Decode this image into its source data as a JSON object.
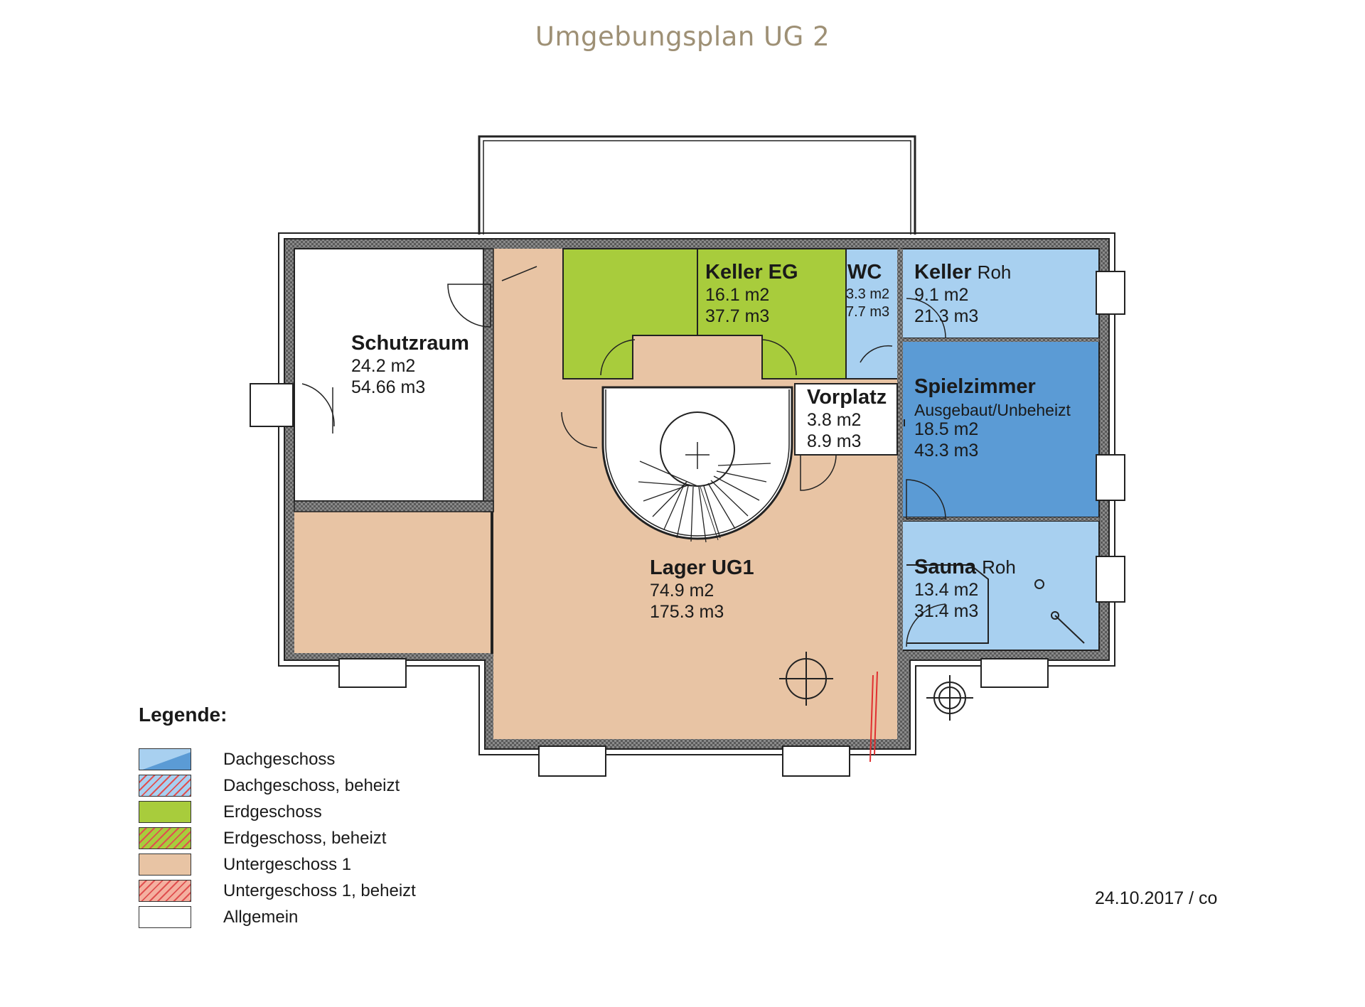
{
  "title": "Umgebungsplan UG 2",
  "date": "24.10.2017 / co",
  "colors": {
    "dachgeschoss_light": "#a8d0f0",
    "dachgeschoss_dark": "#5b9bd5",
    "erdgeschoss": "#a8cc3c",
    "untergeschoss": "#e8c4a4",
    "allgemein": "#ffffff",
    "wall": "#6a6a6a",
    "hatch_red": "#e05050"
  },
  "rooms": {
    "schutzraum": {
      "name": "Schutzraum",
      "area": "24.2 m2",
      "volume": "54.66 m3"
    },
    "keller_eg": {
      "name": "Keller EG",
      "area": "16.1 m2",
      "volume": "37.7 m3"
    },
    "wc": {
      "name": "WC",
      "area": "3.3 m2",
      "volume": "7.7 m3"
    },
    "keller_roh": {
      "name": "Keller",
      "suffix": "Roh",
      "area": "9.1 m2",
      "volume": "21.3 m3"
    },
    "vorplatz": {
      "name": "Vorplatz",
      "area": "3.8 m2",
      "volume": "8.9 m3"
    },
    "spielzimmer": {
      "name": "Spielzimmer",
      "subtitle": "Ausgebaut/Unbeheizt",
      "area": "18.5 m2",
      "volume": "43.3 m3"
    },
    "lager": {
      "name": "Lager UG1",
      "area": "74.9 m2",
      "volume": "175.3 m3"
    },
    "sauna": {
      "name": "Sauna",
      "suffix": "Roh",
      "area": "13.4 m2",
      "volume": "31.4 m3"
    }
  },
  "legend": {
    "title": "Legende:",
    "items": [
      {
        "label": "Dachgeschoss",
        "swatch": "dach"
      },
      {
        "label": "Dachgeschoss, beheizt",
        "swatch": "dach-hatch"
      },
      {
        "label": "Erdgeschoss",
        "swatch": "erd"
      },
      {
        "label": "Erdgeschoss, beheizt",
        "swatch": "erd-hatch"
      },
      {
        "label": "Untergeschoss 1",
        "swatch": "unter"
      },
      {
        "label": "Untergeschoss 1, beheizt",
        "swatch": "unter-hatch"
      },
      {
        "label": "Allgemein",
        "swatch": "allg"
      }
    ]
  }
}
